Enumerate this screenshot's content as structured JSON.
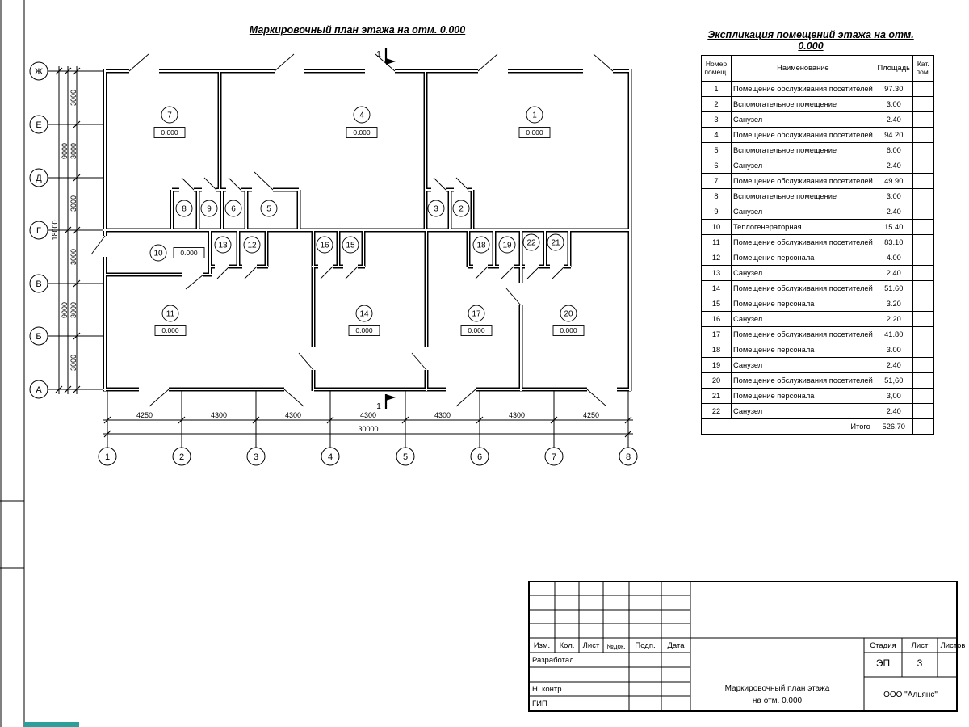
{
  "plan": {
    "title": "Маркировочный план этажа на отм. 0.000",
    "elevation": "0.000",
    "section_label": "1",
    "v_axes": [
      "Ж",
      "Е",
      "Д",
      "Г",
      "В",
      "Б",
      "А"
    ],
    "h_axes": [
      "1",
      "2",
      "3",
      "4",
      "5",
      "6",
      "7",
      "8"
    ],
    "dims_v_3000": [
      "3000",
      "3000",
      "3000",
      "3000",
      "3000",
      "3000"
    ],
    "dims_v_9000": [
      "9000",
      "9000"
    ],
    "dim_v_total": "18000",
    "dims_h": [
      "4250",
      "4300",
      "4300",
      "4300",
      "4300",
      "4300",
      "4250"
    ],
    "dim_h_total": "30000",
    "room_labels": [
      "1",
      "2",
      "3",
      "4",
      "5",
      "6",
      "7",
      "8",
      "9",
      "10",
      "11",
      "12",
      "13",
      "14",
      "15",
      "16",
      "17",
      "18",
      "19",
      "20",
      "21",
      "22"
    ]
  },
  "explication": {
    "title": "Экспликация помещений этажа на отм. 0.000",
    "headers": {
      "num": "Номер помещ.",
      "name": "Наименование",
      "area": "Площадь",
      "cat": "Кат. пом."
    },
    "rows": [
      [
        "1",
        "Помещение обслуживания посетителей",
        "97.30",
        ""
      ],
      [
        "2",
        "Вспомогательное помещение",
        "3.00",
        ""
      ],
      [
        "3",
        "Санузел",
        "2.40",
        ""
      ],
      [
        "4",
        "Помещение обслуживания посетителей",
        "94.20",
        ""
      ],
      [
        "5",
        "Вспомогательное помещение",
        "6.00",
        ""
      ],
      [
        "6",
        "Санузел",
        "2.40",
        ""
      ],
      [
        "7",
        "Помещение обслуживания посетителей",
        "49.90",
        ""
      ],
      [
        "8",
        "Вспомогательное помещение",
        "3.00",
        ""
      ],
      [
        "9",
        "Санузел",
        "2.40",
        ""
      ],
      [
        "10",
        "Теплогенераторная",
        "15.40",
        ""
      ],
      [
        "11",
        "Помещение обслуживания посетителей",
        "83.10",
        ""
      ],
      [
        "12",
        "Помещение персонала",
        "4.00",
        ""
      ],
      [
        "13",
        "Санузел",
        "2.40",
        ""
      ],
      [
        "14",
        "Помещение обслуживания посетителей",
        "51.60",
        ""
      ],
      [
        "15",
        "Помещение персонала",
        "3.20",
        ""
      ],
      [
        "16",
        "Санузел",
        "2.20",
        ""
      ],
      [
        "17",
        "Помещение обслуживания посетителей",
        "41.80",
        ""
      ],
      [
        "18",
        "Помещение персонала",
        "3.00",
        ""
      ],
      [
        "19",
        "Санузел",
        "2.40",
        ""
      ],
      [
        "20",
        "Помещение обслуживания посетителей",
        "51,60",
        ""
      ],
      [
        "21",
        "Помещение персонала",
        "3,00",
        ""
      ],
      [
        "22",
        "Санузел",
        "2.40",
        ""
      ]
    ],
    "total_label": "Итого",
    "total_value": "526.70"
  },
  "titleblock": {
    "header_cols": [
      "Изм.",
      "Кол.",
      "Лист",
      "№док.",
      "Подп.",
      "Дата"
    ],
    "row_labels": [
      "Разработал",
      "Н. контр.",
      "ГИП"
    ],
    "stage_label": "Стадия",
    "sheet_label": "Лист",
    "sheets_label": "Листов",
    "stage_value": "ЭП",
    "sheet_value": "3",
    "doc_title_line1": "Маркировочный план этажа",
    "doc_title_line2": "на отм. 0.000",
    "company": "ООО \"Альянс\"",
    "accent_color": "#2d9f9b"
  }
}
